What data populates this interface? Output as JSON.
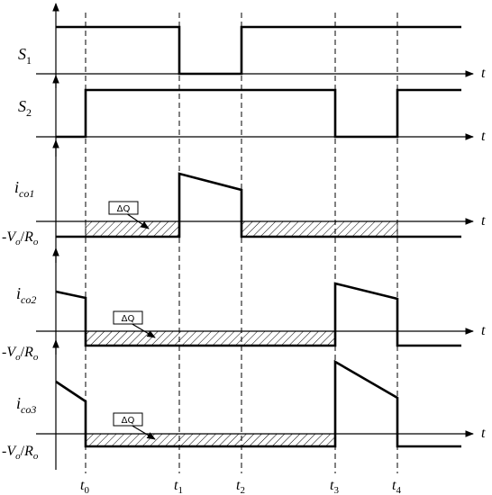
{
  "signals": {
    "s1": {
      "main": "S",
      "sub": "1"
    },
    "s2": {
      "main": "S",
      "sub": "2"
    },
    "ico1": {
      "main": "i",
      "sub": "co1"
    },
    "ico2": {
      "main": "i",
      "sub": "co2"
    },
    "ico3": {
      "main": "i",
      "sub": "co3"
    }
  },
  "axis_label": "t",
  "negative_level": {
    "minus": "-",
    "v": "V",
    "v_sub": "o",
    "slash": "/",
    "r": "R",
    "r_sub": "o"
  },
  "delta_q": "ΔQ",
  "times": [
    {
      "main": "t",
      "sub": "0"
    },
    {
      "main": "t",
      "sub": "1"
    },
    {
      "main": "t",
      "sub": "2"
    },
    {
      "main": "t",
      "sub": "3"
    },
    {
      "main": "t",
      "sub": "4"
    }
  ]
}
